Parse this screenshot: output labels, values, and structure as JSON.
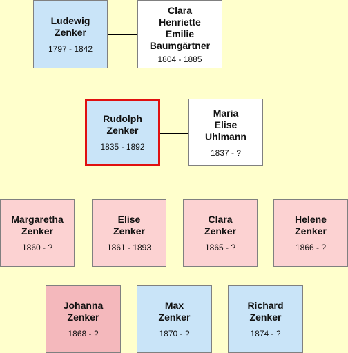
{
  "people": [
    {
      "id": "ludewig",
      "name": "Ludewig\nZenker",
      "dates": "1797 - 1842"
    },
    {
      "id": "clara-b",
      "name": "Clara\nHenriette\nEmilie\nBaumgärtner",
      "dates": "1804 - 1885"
    },
    {
      "id": "rudolph",
      "name": "Rudolph\nZenker",
      "dates": "1835 - 1892"
    },
    {
      "id": "maria",
      "name": "Maria\nElise\nUhlmann",
      "dates": "1837 - ?"
    },
    {
      "id": "margaretha",
      "name": "Margaretha\nZenker",
      "dates": "1860 - ?"
    },
    {
      "id": "elise",
      "name": "Elise\nZenker",
      "dates": "1861 - 1893"
    },
    {
      "id": "clara-z",
      "name": "Clara\nZenker",
      "dates": "1865 - ?"
    },
    {
      "id": "helene",
      "name": "Helene\nZenker",
      "dates": "1866 - ?"
    },
    {
      "id": "johanna",
      "name": "Johanna\nZenker",
      "dates": "1868 - ?"
    },
    {
      "id": "max",
      "name": "Max\nZenker",
      "dates": "1870 - ?"
    },
    {
      "id": "richard",
      "name": "Richard\nZenker",
      "dates": "1874 - ?"
    }
  ],
  "colors": {
    "background": "#ffffcc",
    "male": "#c9e4f8",
    "female": "#fcd2d2",
    "female_dark": "#f4b8bc",
    "spouse": "#ffffff",
    "focus_border": "#e01010"
  }
}
